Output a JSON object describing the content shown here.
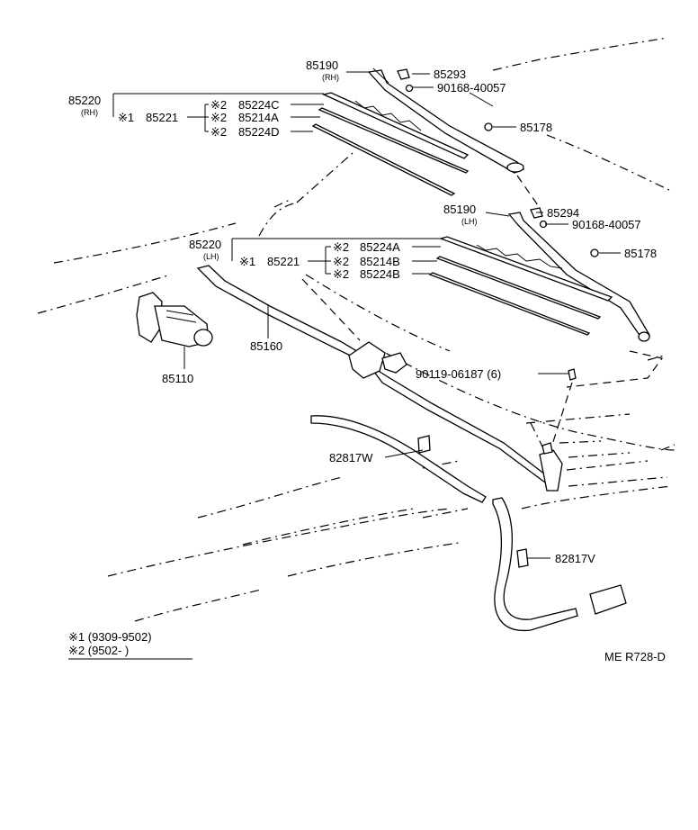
{
  "labels": {
    "p85190_rh": "85190",
    "rh1": "(RH)",
    "p85293": "85293",
    "p90168_a": "90168-40057",
    "p85220_rh": "85220",
    "rh2": "(RH)",
    "mark1_rh": "※1",
    "p85221_rh": "85221",
    "m2_a": "※2",
    "p85224C": "85224C",
    "m2_b": "※2",
    "p85214A": "85214A",
    "m2_c": "※2",
    "p85224D": "85224D",
    "p85178_a": "85178",
    "p85190_lh": "85190",
    "lh1": "(LH)",
    "p85294": "85294",
    "p90168_b": "90168-40057",
    "p85220_lh": "85220",
    "lh2": "(LH)",
    "mark1_lh": "※1",
    "p85221_lh": "85221",
    "m2_d": "※2",
    "p85224A": "85224A",
    "m2_e": "※2",
    "p85214B": "85214B",
    "m2_f": "※2",
    "p85224B": "85224B",
    "p85178_b": "85178",
    "p85160": "85160",
    "p85110": "85110",
    "p90119": "90119-06187 (6)",
    "p82817W": "82817W",
    "p82817V": "82817V",
    "note1": "※1  (9309-9502)",
    "note2": "※2  (9502-        )",
    "code": "ME  R728-D"
  }
}
